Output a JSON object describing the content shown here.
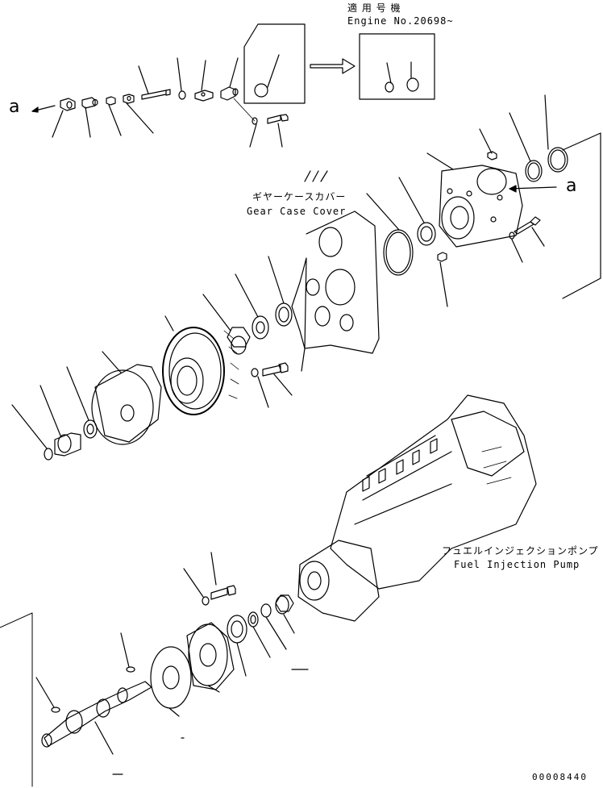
{
  "applicability": {
    "title_jp": "適 用 号 機",
    "engine_no": "Engine No.20698~"
  },
  "reference_marks": {
    "left": "a",
    "right": "a"
  },
  "labels": {
    "gear_case_cover_jp": "ギヤーケースカバー",
    "gear_case_cover_en": "Gear Case Cover",
    "fuel_injection_pump_jp": "フュエルインジェクションポンプ",
    "fuel_injection_pump_en": "Fuel Injection Pump"
  },
  "document_number": "00008440"
}
